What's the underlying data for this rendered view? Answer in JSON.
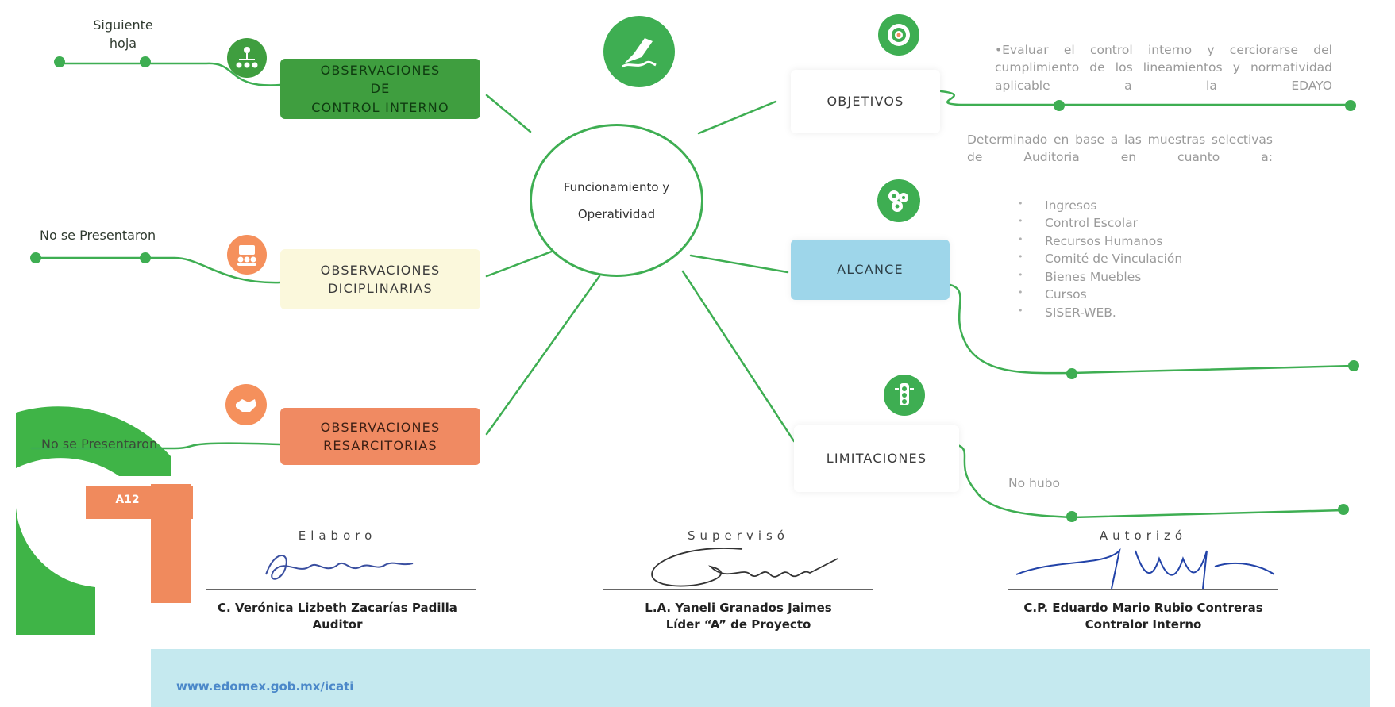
{
  "center": {
    "line1": "Funcionamiento y",
    "line2": "Operatividad"
  },
  "left_branches": [
    {
      "box": "OBSERVACIONES\nDE\nCONTROL INTERNO",
      "note": "Siguiente\nhoja"
    },
    {
      "box": "OBSERVACIONES\nDICIPLINARIAS",
      "note": "No se Presentaron"
    },
    {
      "box": "OBSERVACIONES\nRESARCITORIAS",
      "note": "No se Presentaron"
    }
  ],
  "objetivos": {
    "label": "OBJETIVOS",
    "text": "•Evaluar el control interno y cerciorarse del cumplimiento de los lineamientos y normatividad aplicable a la EDAYO"
  },
  "alcance": {
    "label": "ALCANCE",
    "intro": "Determinado en base a las muestras selectivas de Auditoria en cuanto a:",
    "items": [
      "Ingresos",
      "Control Escolar",
      "Recursos Humanos",
      "Comité de Vinculación",
      "Bienes Muebles",
      "Cursos",
      "SISER-WEB."
    ]
  },
  "limitaciones": {
    "label": "LIMITACIONES",
    "text": "No hubo"
  },
  "signatures": [
    {
      "title": "Elaboro",
      "name": "C. Verónica Lizbeth Zacarías Padilla",
      "role": "Auditor"
    },
    {
      "title": "Supervisó",
      "name": "L.A. Yaneli Granados Jaimes",
      "role": "Líder “A” de Proyecto"
    },
    {
      "title": "Autorizó",
      "name": "C.P. Eduardo Mario Rubio Contreras",
      "role": "Contralor Interno"
    }
  ],
  "badge": "A12",
  "footer": {
    "website": "www.edomex.gob.mx/icati"
  },
  "colors": {
    "accent_green": "#3eae52",
    "control_interno": "#3f9e3f",
    "diciplinarias": "#fbf8dc",
    "resarcitorias": "#f08a62",
    "alcance": "#9ed6ea",
    "footer": "#c5e9ef",
    "badge_orange": "#f08a5d"
  },
  "icons": [
    "pen-writing-icon",
    "target-icon",
    "gear-cluster-icon",
    "traffic-light-icon",
    "network-people-icon",
    "audience-icon",
    "handshake-icon"
  ]
}
